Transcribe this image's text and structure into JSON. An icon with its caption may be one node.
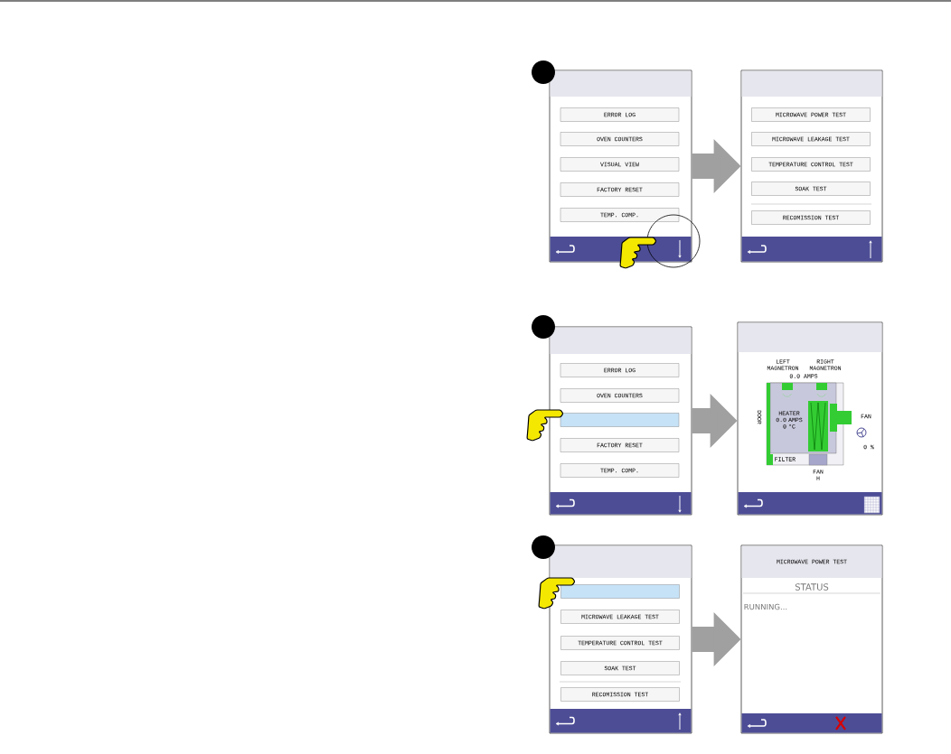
{
  "diagram": {
    "nodes": [
      {
        "text": [],
        "shape": "box"
      },
      {
        "text": [
          "ERROR LOG"
        ],
        "in": 0
      },
      {
        "text": [
          "OVEN COUNTERS"
        ],
        "in": 0
      },
      {
        "text": [
          "VISUAL VIEW"
        ],
        "in": 0
      },
      {
        "text": [
          "FACTORY RESET"
        ],
        "in": 0
      },
      {
        "text": [
          "TEMP. COMP."
        ],
        "in": 0
      },
      {
        "text": [],
        "shape": "box"
      },
      {
        "text": [
          "MICROWAVE POWER TEST"
        ],
        "in": 6
      },
      {
        "text": [
          "MICROWAVE LEAKAGE TEST"
        ],
        "in": 6
      },
      {
        "text": [
          "TEMPERATURE CONTROL TEST"
        ],
        "in": 6
      },
      {
        "text": [
          "SOAK TEST"
        ],
        "in": 6
      },
      {
        "text": [
          "RECOMISSION TEST"
        ],
        "in": 6
      },
      {
        "text": [],
        "shape": "box"
      },
      {
        "text": [
          "ERROR LOG"
        ],
        "in": 12
      },
      {
        "text": [
          "OVEN COUNTERS"
        ],
        "in": 12
      },
      {
        "text": [],
        "shape": "box",
        "in": 12
      },
      {
        "text": [
          "FACTORY RESET"
        ],
        "in": 12
      },
      {
        "text": [
          "TEMP. COMP."
        ],
        "in": 12
      },
      {
        "text": [
          "LEFT MAGNETRON",
          "RIGHT MAGNETRON",
          "0.0 AMPS",
          "DOOR",
          "HEATER 0.0 AMPS 0 °C",
          "FAN",
          "0 %",
          "FILTER",
          "FAN H"
        ]
      },
      {
        "text": [],
        "shape": "box"
      },
      {
        "text": [],
        "shape": "box",
        "in": 19
      },
      {
        "text": [
          "MICROWAVE LEAKAGE TEST"
        ],
        "in": 19
      },
      {
        "text": [
          "TEMPERATURE CONTROL TEST"
        ],
        "in": 19
      },
      {
        "text": [
          "SOAK TEST"
        ],
        "in": 19
      },
      {
        "text": [
          "RECOMISSION TEST"
        ],
        "in": 19
      },
      {
        "text": [
          "MICROWAVE POWER TEST",
          "STATUS",
          "RUNNING..."
        ]
      }
    ],
    "edges": [
      {
        "from": 0,
        "to": 6,
        "arrow": "to"
      },
      {
        "from": 12,
        "to": 18,
        "arrow": "to"
      },
      {
        "from": 19,
        "to": 25,
        "arrow": "to"
      }
    ]
  }
}
